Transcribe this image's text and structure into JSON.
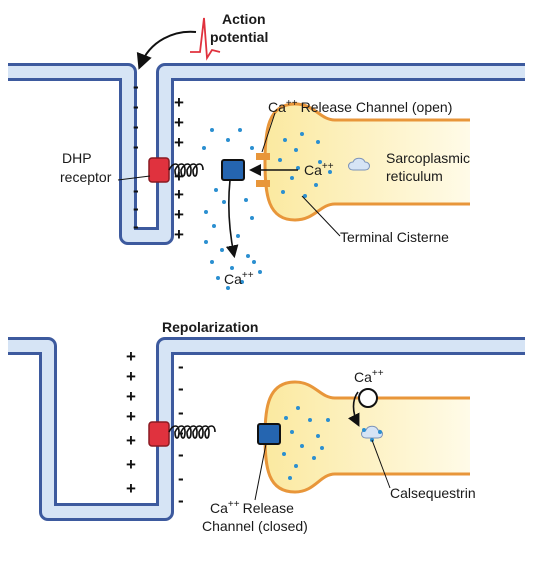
{
  "top_panel": {
    "action_potential_line1": "Action",
    "action_potential_line2": "potential",
    "release_channel_open": "Release Channel (open)",
    "dhp_line1": "DHP",
    "dhp_line2": "receptor",
    "ca_center": "Ca",
    "sr_line1": "Sarcoplasmic",
    "sr_line2": "reticulum",
    "terminal_cisterne": "Terminal Cisterne",
    "ca_released": "Ca",
    "ca_prefix": "Ca",
    "plus_superscript": "++",
    "inside_signs": [
      "-",
      "-",
      "-",
      "-",
      "-",
      "-",
      "-"
    ],
    "outside_signs": [
      "+",
      "+",
      "+",
      "+",
      "+",
      "+",
      "+"
    ]
  },
  "bottom_panel": {
    "title": "Repolarization",
    "ca_top": "Ca",
    "release_channel_line1": "Release",
    "release_channel_line2": "Channel (closed)",
    "calsequestrin": "Calsequestrin",
    "inside_signs": [
      "+",
      "+",
      "+",
      "+",
      "+",
      "+",
      "+"
    ],
    "outside_signs": [
      "-",
      "-",
      "-",
      "-",
      "-",
      "-",
      "-"
    ]
  },
  "colors": {
    "membrane_fill": "#d6e4f5",
    "membrane_stroke": "#3d5a9e",
    "receptor": "#e0323e",
    "channel": "#2565b0",
    "sr_fill": "#fdf1b8",
    "ca_dot": "#2b8fd0",
    "ap_trace": "#e0323e"
  }
}
